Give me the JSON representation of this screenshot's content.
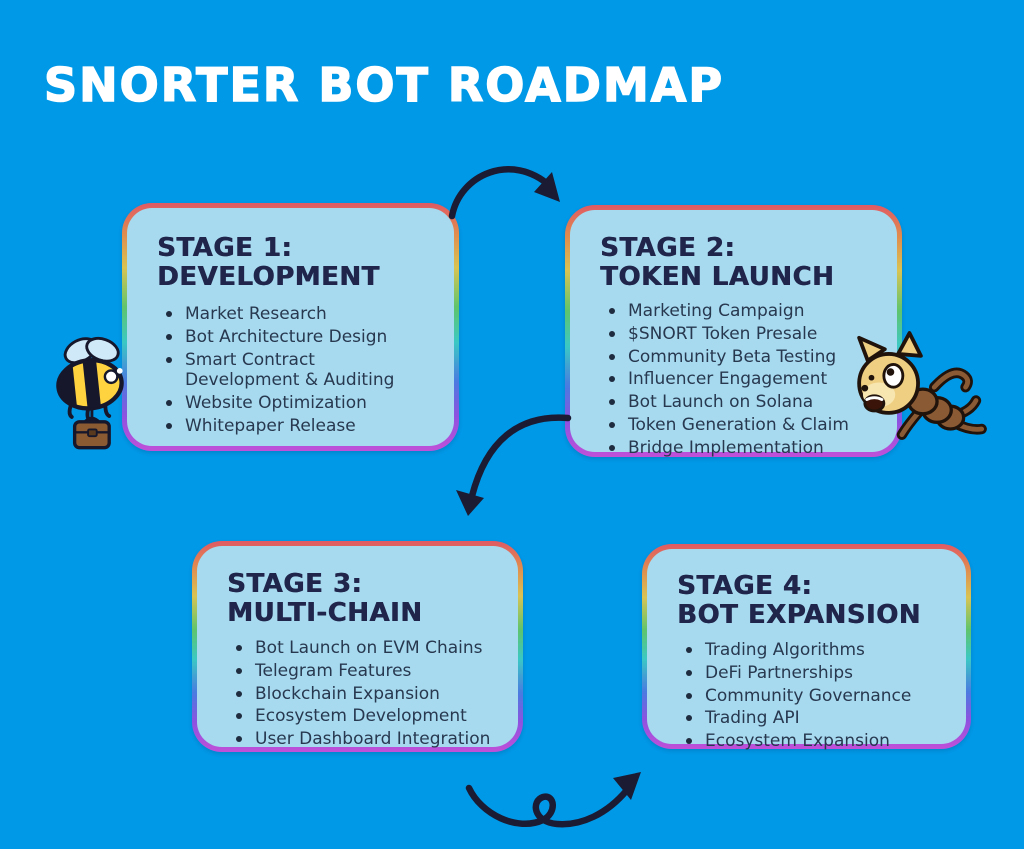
{
  "title": "SNORTER BOT ROADMAP",
  "colors": {
    "background": "#0099E8",
    "card_background": "#A7DAEF",
    "heading_text": "#20254C",
    "body_text": "#27384F",
    "title_text": "#FFFFFF",
    "arrow": "#1B1B33",
    "rainbow_border": [
      "#E05A64",
      "#E08A4E",
      "#D9C353",
      "#5FC46C",
      "#3BC8C4",
      "#4A7BE0",
      "#8E52E0",
      "#C050D8"
    ]
  },
  "stages": [
    {
      "heading_line1": "STAGE 1:",
      "heading_line2": "DEVELOPMENT",
      "items": [
        "Market Research",
        "Bot Architecture Design",
        "Smart Contract Development & Auditing",
        "Website Optimization",
        "Whitepaper Release"
      ]
    },
    {
      "heading_line1": "STAGE 2:",
      "heading_line2": "TOKEN LAUNCH",
      "items": [
        "Marketing Campaign",
        "$SNORT Token Presale",
        "Community Beta Testing",
        "Influencer Engagement",
        "Bot Launch on Solana",
        "Token Generation & Claim",
        "Bridge Implementation"
      ]
    },
    {
      "heading_line1": "STAGE 3:",
      "heading_line2": "MULTI-CHAIN",
      "items": [
        "Bot Launch on EVM Chains",
        "Telegram Features",
        "Blockchain Expansion",
        "Ecosystem Development",
        "User Dashboard Integration"
      ]
    },
    {
      "heading_line1": "STAGE 4:",
      "heading_line2": "BOT EXPANSION",
      "items": [
        "Trading Algorithms",
        "DeFi Partnerships",
        "Community Governance",
        "Trading API",
        "Ecosystem Expansion"
      ]
    }
  ],
  "graphics": {
    "arrow_1": "curved-arrow-stage1-to-stage2",
    "arrow_2": "curved-arrow-stage2-to-stage3",
    "arrow_3": "loop-arrow-stage3-to-stage4",
    "bee": "bee-with-briefcase-mascot",
    "dog": "doge-snorter-mascot"
  }
}
